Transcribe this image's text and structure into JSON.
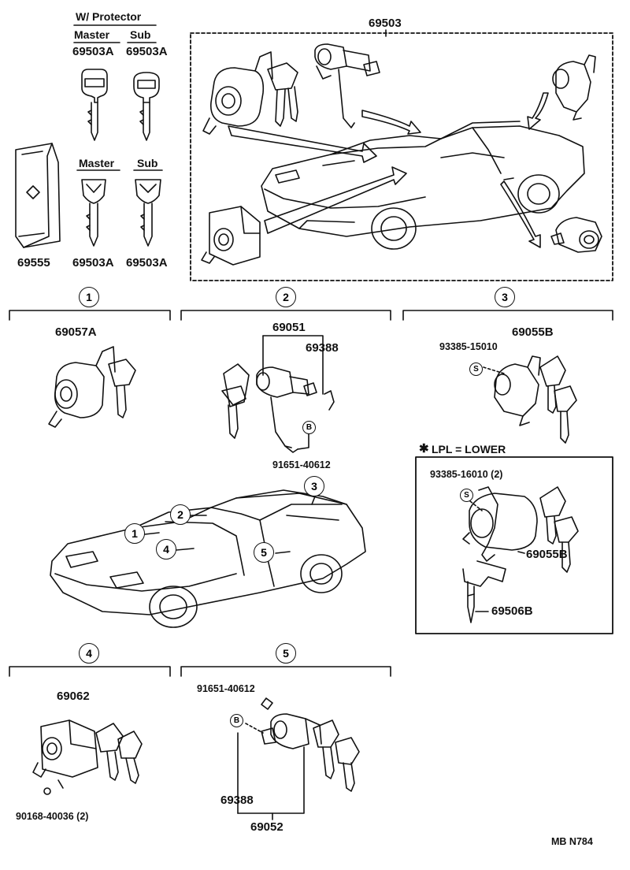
{
  "keys": {
    "protector_header": "W/ Protector",
    "master_label": "Master",
    "sub_label": "Sub",
    "master_part": "69503A",
    "sub_part": "69503A",
    "master2_label": "Master",
    "sub2_label": "Sub",
    "master2_part": "69503A",
    "sub2_part": "69503A",
    "keycase_part": "69555"
  },
  "top_assembly": {
    "part": "69503"
  },
  "sections": {
    "s1": {
      "num": "1",
      "part": "69057A"
    },
    "s2": {
      "num": "2",
      "part_main": "69051",
      "part_spring": "69388",
      "badge": "B",
      "bolt": "91651-40612"
    },
    "s3": {
      "num": "3",
      "screw": "93385-15010",
      "badge": "S",
      "part": "69055B"
    },
    "lpl": {
      "header": "LPL = LOWER",
      "star": "✱",
      "screw": "93385-16010 (2)",
      "badge": "S",
      "part": "69055B",
      "rod": "69506B"
    },
    "s4": {
      "num": "4",
      "part": "69062",
      "screw": "90168-40036 (2)"
    },
    "s5": {
      "num": "5",
      "bolt": "91651-40612",
      "badge": "B",
      "spring": "69388",
      "part": "69052"
    }
  },
  "car_callouts": [
    "1",
    "2",
    "3",
    "4",
    "5"
  ],
  "footer": {
    "code": "MB  N784"
  }
}
